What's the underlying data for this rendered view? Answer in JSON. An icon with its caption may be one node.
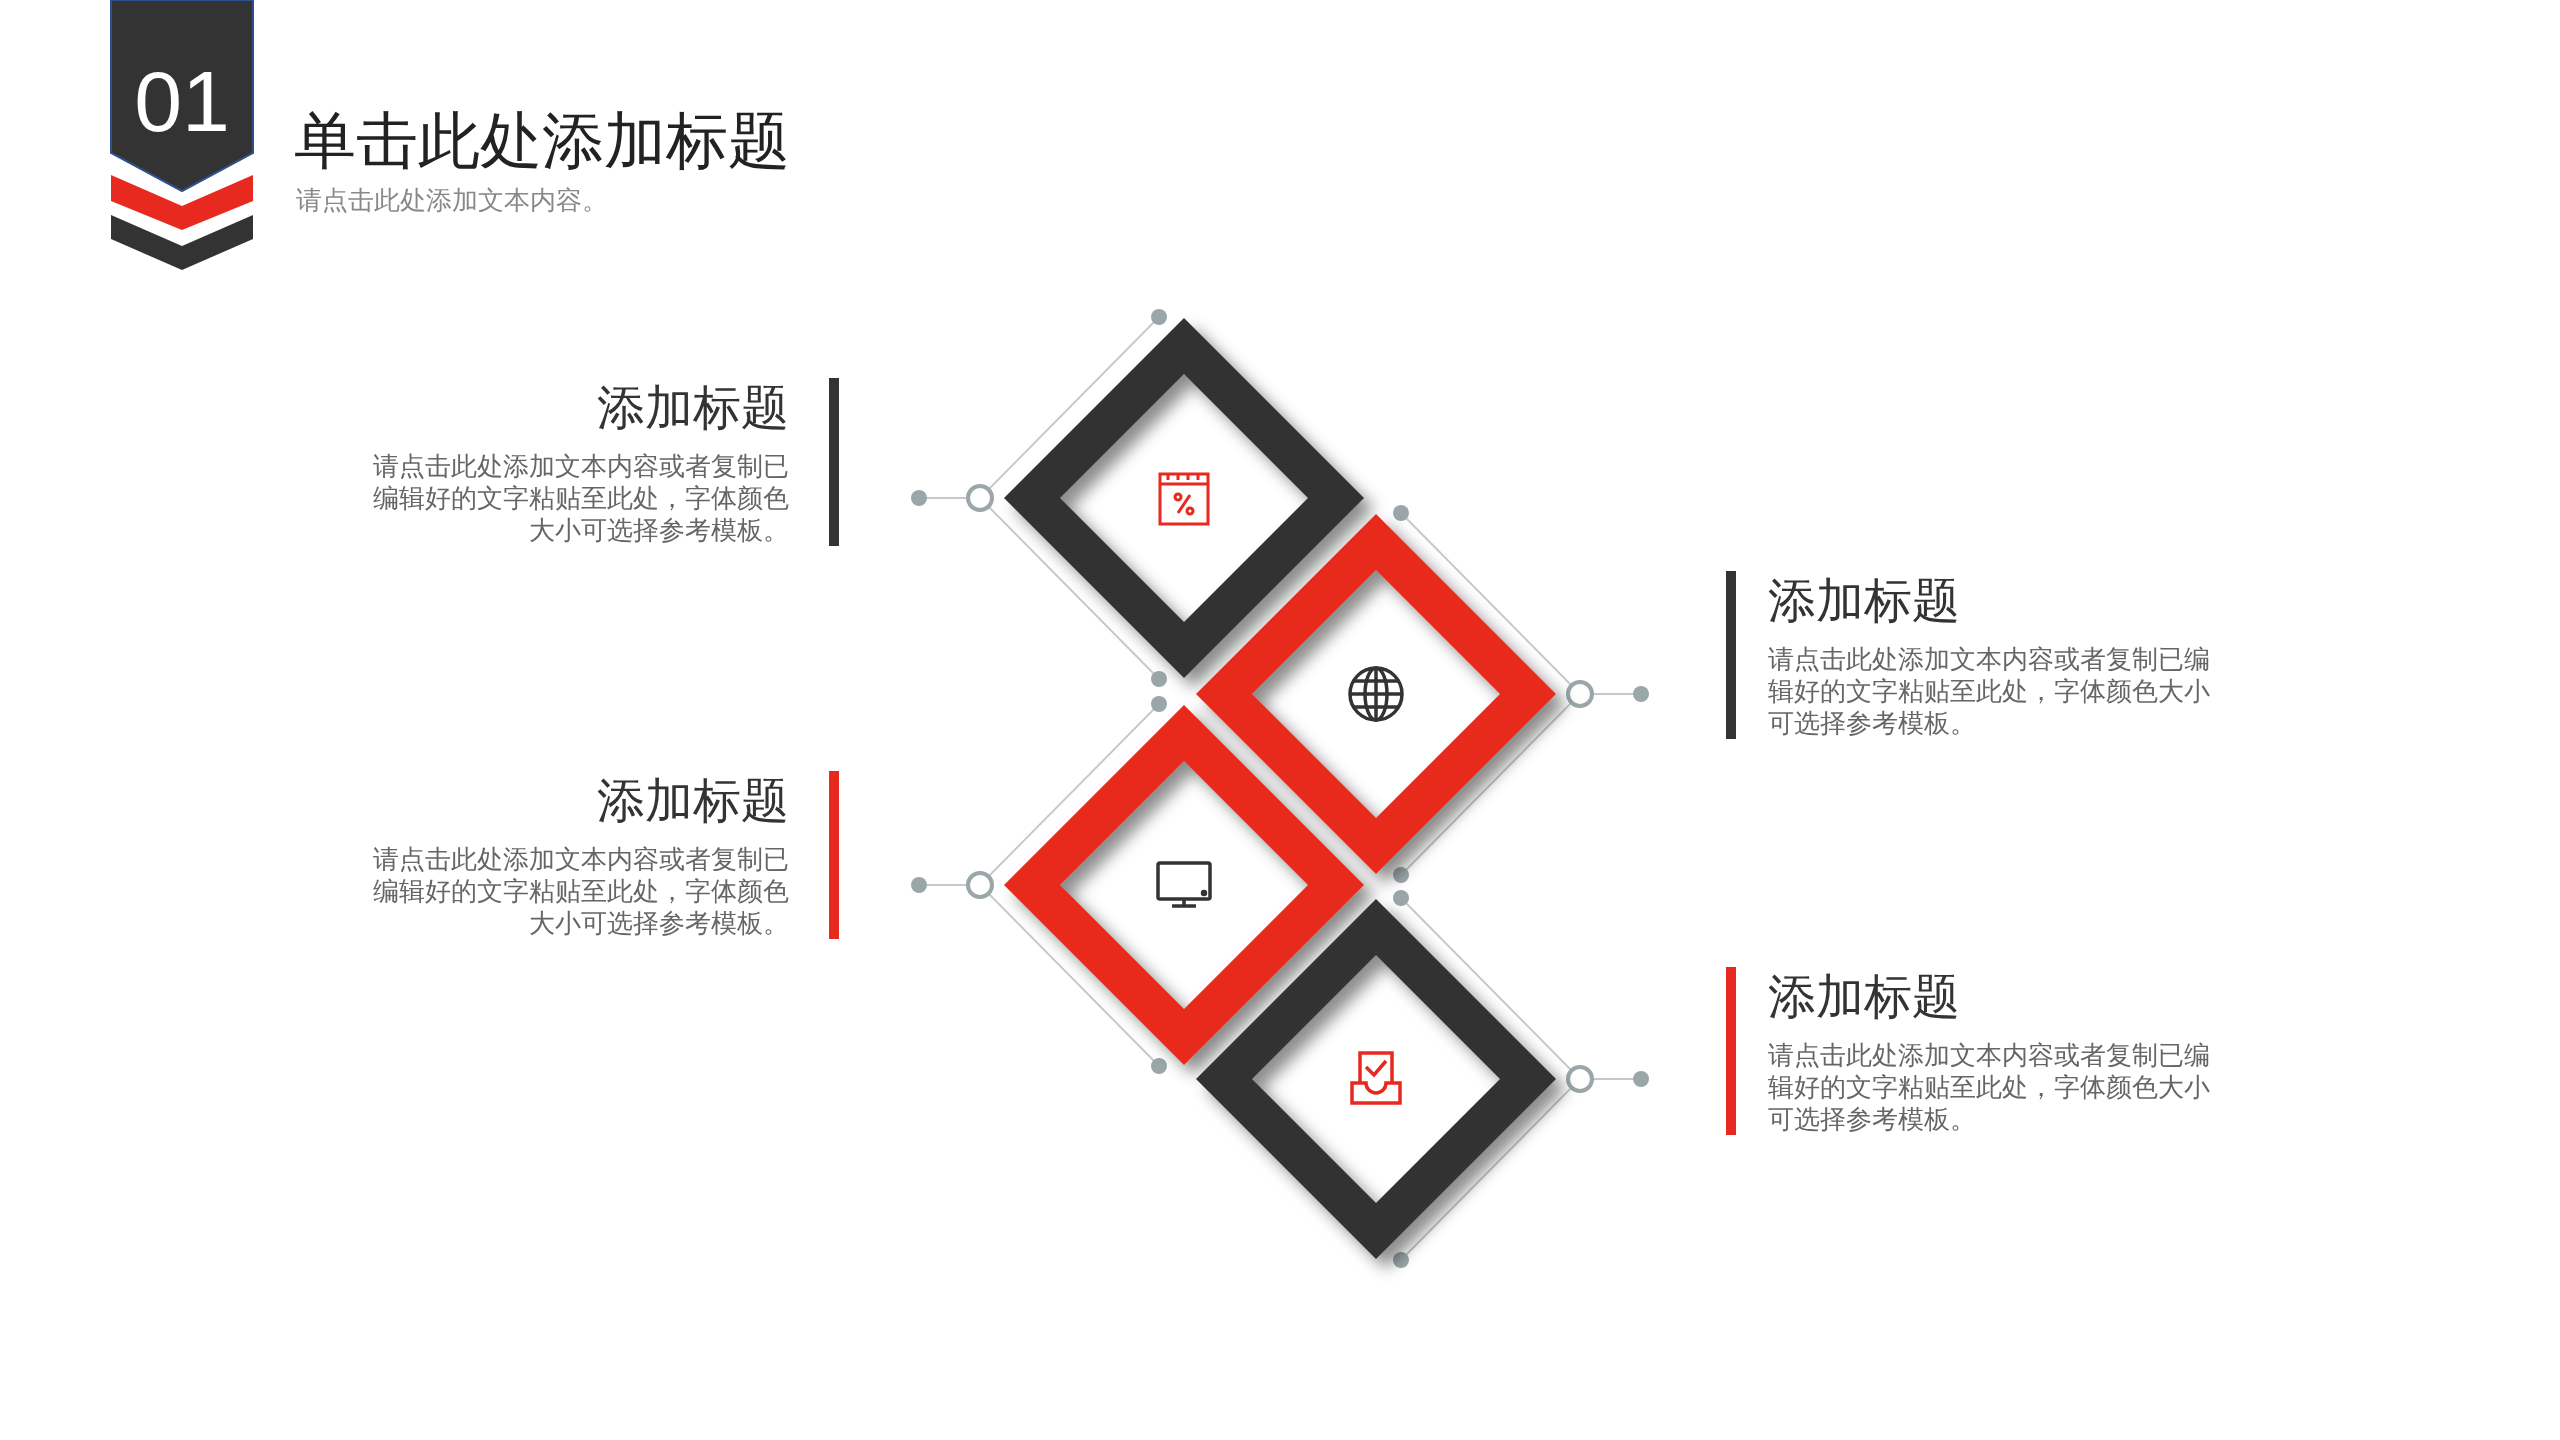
{
  "diagram": {
    "title": "单击此处添加标题",
    "nodes": [
      {
        "text": [
          "添加标题",
          "请点击此处添加文本内容或者复制已编辑好的文字粘贴至此处，字体颜色大小可选择参考模板。"
        ]
      },
      {
        "text": [
          "添加标题",
          "请点击此处添加文本内容或者复制已编辑好的文字粘贴至此处，字体颜色大小可选择参考模板。"
        ]
      },
      {
        "text": [
          "添加标题",
          "请点击此处添加文本内容或者复制已编辑好的文字粘贴至此处，字体颜色大小可选择参考模板。"
        ]
      },
      {
        "text": [
          "添加标题",
          "请点击此处添加文本内容或者复制已编辑好的文字粘贴至此处，字体颜色大小可选择参考模板。"
        ]
      }
    ],
    "labels": [
      "01",
      "请点击此处添加文本内容。"
    ]
  }
}
